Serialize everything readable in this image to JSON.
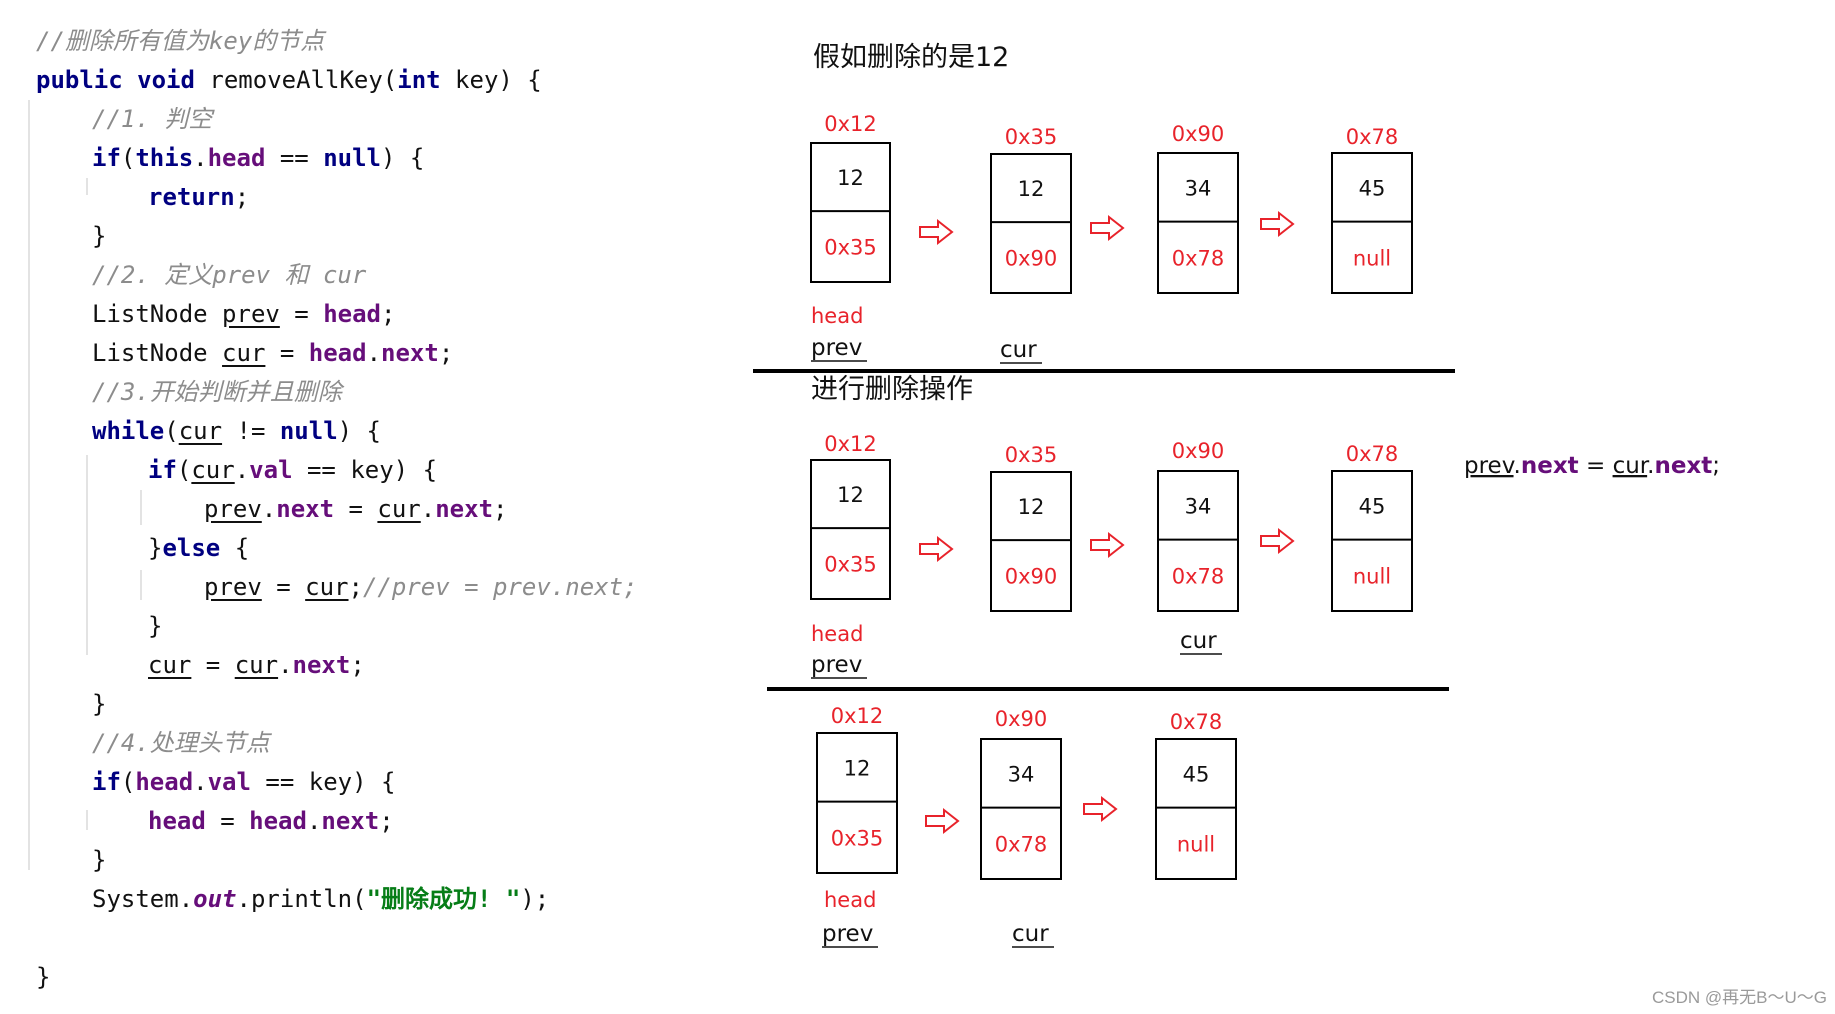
{
  "code_lines": [
    {
      "indent": 0,
      "tokens": [
        {
          "t": "//删除所有值为key的节点",
          "c": "cm"
        }
      ]
    },
    {
      "indent": 0,
      "tokens": [
        {
          "t": "public",
          "c": "kw"
        },
        {
          "t": " "
        },
        {
          "t": "void",
          "c": "kw"
        },
        {
          "t": " removeAllKey("
        },
        {
          "t": "int",
          "c": "kw"
        },
        {
          "t": " key) {"
        }
      ]
    },
    {
      "indent": 1,
      "tokens": [
        {
          "t": "//1. 判空",
          "c": "cm"
        }
      ]
    },
    {
      "indent": 1,
      "tokens": [
        {
          "t": "if",
          "c": "kw"
        },
        {
          "t": "("
        },
        {
          "t": "this",
          "c": "kw"
        },
        {
          "t": "."
        },
        {
          "t": "head",
          "c": "fd"
        },
        {
          "t": " == "
        },
        {
          "t": "null",
          "c": "kw"
        },
        {
          "t": ") {"
        }
      ]
    },
    {
      "indent": 2,
      "tokens": [
        {
          "t": "return",
          "c": "kw"
        },
        {
          "t": ";"
        }
      ]
    },
    {
      "indent": 1,
      "tokens": [
        {
          "t": "}"
        }
      ]
    },
    {
      "indent": 1,
      "tokens": [
        {
          "t": "//2. 定义prev 和 cur",
          "c": "cm"
        }
      ]
    },
    {
      "indent": 1,
      "tokens": [
        {
          "t": "ListNode "
        },
        {
          "t": "prev",
          "c": "ul"
        },
        {
          "t": " = "
        },
        {
          "t": "head",
          "c": "fd"
        },
        {
          "t": ";"
        }
      ]
    },
    {
      "indent": 1,
      "tokens": [
        {
          "t": "ListNode "
        },
        {
          "t": "cur",
          "c": "ul"
        },
        {
          "t": " = "
        },
        {
          "t": "head",
          "c": "fd"
        },
        {
          "t": "."
        },
        {
          "t": "next",
          "c": "fd"
        },
        {
          "t": ";"
        }
      ]
    },
    {
      "indent": 1,
      "tokens": [
        {
          "t": "//3.开始判断并且删除",
          "c": "cm"
        }
      ]
    },
    {
      "indent": 1,
      "tokens": [
        {
          "t": "while",
          "c": "kw"
        },
        {
          "t": "("
        },
        {
          "t": "cur",
          "c": "ul"
        },
        {
          "t": " != "
        },
        {
          "t": "null",
          "c": "kw"
        },
        {
          "t": ") {"
        }
      ]
    },
    {
      "indent": 2,
      "tokens": [
        {
          "t": "if",
          "c": "kw"
        },
        {
          "t": "("
        },
        {
          "t": "cur",
          "c": "ul"
        },
        {
          "t": "."
        },
        {
          "t": "val",
          "c": "fd"
        },
        {
          "t": " == key) {"
        }
      ]
    },
    {
      "indent": 3,
      "tokens": [
        {
          "t": "prev",
          "c": "ul"
        },
        {
          "t": "."
        },
        {
          "t": "next",
          "c": "fd"
        },
        {
          "t": " = "
        },
        {
          "t": "cur",
          "c": "ul"
        },
        {
          "t": "."
        },
        {
          "t": "next",
          "c": "fd"
        },
        {
          "t": ";"
        }
      ]
    },
    {
      "indent": 2,
      "tokens": [
        {
          "t": "}"
        },
        {
          "t": "else",
          "c": "kw"
        },
        {
          "t": " {"
        }
      ]
    },
    {
      "indent": 3,
      "tokens": [
        {
          "t": "prev",
          "c": "ul"
        },
        {
          "t": " = "
        },
        {
          "t": "cur",
          "c": "ul"
        },
        {
          "t": ";"
        },
        {
          "t": "//prev = prev.next;",
          "c": "cm"
        }
      ]
    },
    {
      "indent": 2,
      "tokens": [
        {
          "t": "}"
        }
      ]
    },
    {
      "indent": 2,
      "tokens": [
        {
          "t": "cur",
          "c": "ul"
        },
        {
          "t": " = "
        },
        {
          "t": "cur",
          "c": "ul"
        },
        {
          "t": "."
        },
        {
          "t": "next",
          "c": "fd"
        },
        {
          "t": ";"
        }
      ]
    },
    {
      "indent": 1,
      "tokens": [
        {
          "t": "}"
        }
      ]
    },
    {
      "indent": 1,
      "tokens": [
        {
          "t": "//4.处理头节点",
          "c": "cm"
        }
      ]
    },
    {
      "indent": 1,
      "tokens": [
        {
          "t": "if",
          "c": "kw"
        },
        {
          "t": "("
        },
        {
          "t": "head",
          "c": "fd"
        },
        {
          "t": "."
        },
        {
          "t": "val",
          "c": "fd"
        },
        {
          "t": " == key) {"
        }
      ]
    },
    {
      "indent": 2,
      "tokens": [
        {
          "t": "head",
          "c": "fd"
        },
        {
          "t": " = "
        },
        {
          "t": "head",
          "c": "fd"
        },
        {
          "t": "."
        },
        {
          "t": "next",
          "c": "fd"
        },
        {
          "t": ";"
        }
      ]
    },
    {
      "indent": 1,
      "tokens": [
        {
          "t": "}"
        }
      ]
    },
    {
      "indent": 1,
      "tokens": [
        {
          "t": "System."
        },
        {
          "t": "out",
          "c": "out"
        },
        {
          "t": ".println("
        },
        {
          "t": "\"删除成功! \"",
          "c": "st"
        },
        {
          "t": ");"
        }
      ]
    },
    {
      "indent": 0,
      "tokens": [
        {
          "t": ""
        }
      ]
    },
    {
      "indent": 0,
      "tokens": [
        {
          "t": "}"
        }
      ]
    }
  ],
  "diagram": {
    "title1": "假如删除的是12",
    "title2": "进行删除操作",
    "side_code": [
      {
        "t": "prev",
        "c": "ul"
      },
      {
        "t": "."
      },
      {
        "t": "next",
        "c": "fd"
      },
      {
        "t": " = "
      },
      {
        "t": "cur",
        "c": "ul"
      },
      {
        "t": "."
      },
      {
        "t": "next",
        "c": "fd"
      },
      {
        "t": ";"
      }
    ],
    "sections": [
      {
        "nodes": [
          {
            "addr": "0x12",
            "val": "12",
            "next": "0x35"
          },
          {
            "addr": "0x35",
            "val": "12",
            "next": "0x90"
          },
          {
            "addr": "0x90",
            "val": "34",
            "next": "0x78"
          },
          {
            "addr": "0x78",
            "val": "45",
            "next": "null"
          }
        ],
        "pointer_labels": [
          {
            "text": "head",
            "kind": "red"
          },
          {
            "text": "prev",
            "kind": "mono"
          },
          {
            "text": "cur",
            "kind": "mono"
          }
        ]
      },
      {
        "nodes": [
          {
            "addr": "0x12",
            "val": "12",
            "next": "0x35"
          },
          {
            "addr": "0x35",
            "val": "12",
            "next": "0x90"
          },
          {
            "addr": "0x90",
            "val": "34",
            "next": "0x78"
          },
          {
            "addr": "0x78",
            "val": "45",
            "next": "null"
          }
        ],
        "pointer_labels": [
          {
            "text": "head",
            "kind": "red"
          },
          {
            "text": "prev",
            "kind": "mono"
          },
          {
            "text": "cur",
            "kind": "mono"
          }
        ]
      },
      {
        "nodes": [
          {
            "addr": "0x12",
            "val": "12",
            "next": "0x35"
          },
          {
            "addr": "0x90",
            "val": "34",
            "next": "0x78"
          },
          {
            "addr": "0x78",
            "val": "45",
            "next": "null"
          }
        ],
        "pointer_labels": [
          {
            "text": "head",
            "kind": "red"
          },
          {
            "text": "prev",
            "kind": "mono"
          },
          {
            "text": "cur",
            "kind": "mono"
          }
        ]
      }
    ]
  },
  "watermark": "CSDN @再无B～U～G",
  "colors": {
    "red": "#e8232b",
    "keyword": "#000080",
    "field": "#660e7a",
    "comment": "#8c8c8c",
    "string": "#067d17"
  }
}
